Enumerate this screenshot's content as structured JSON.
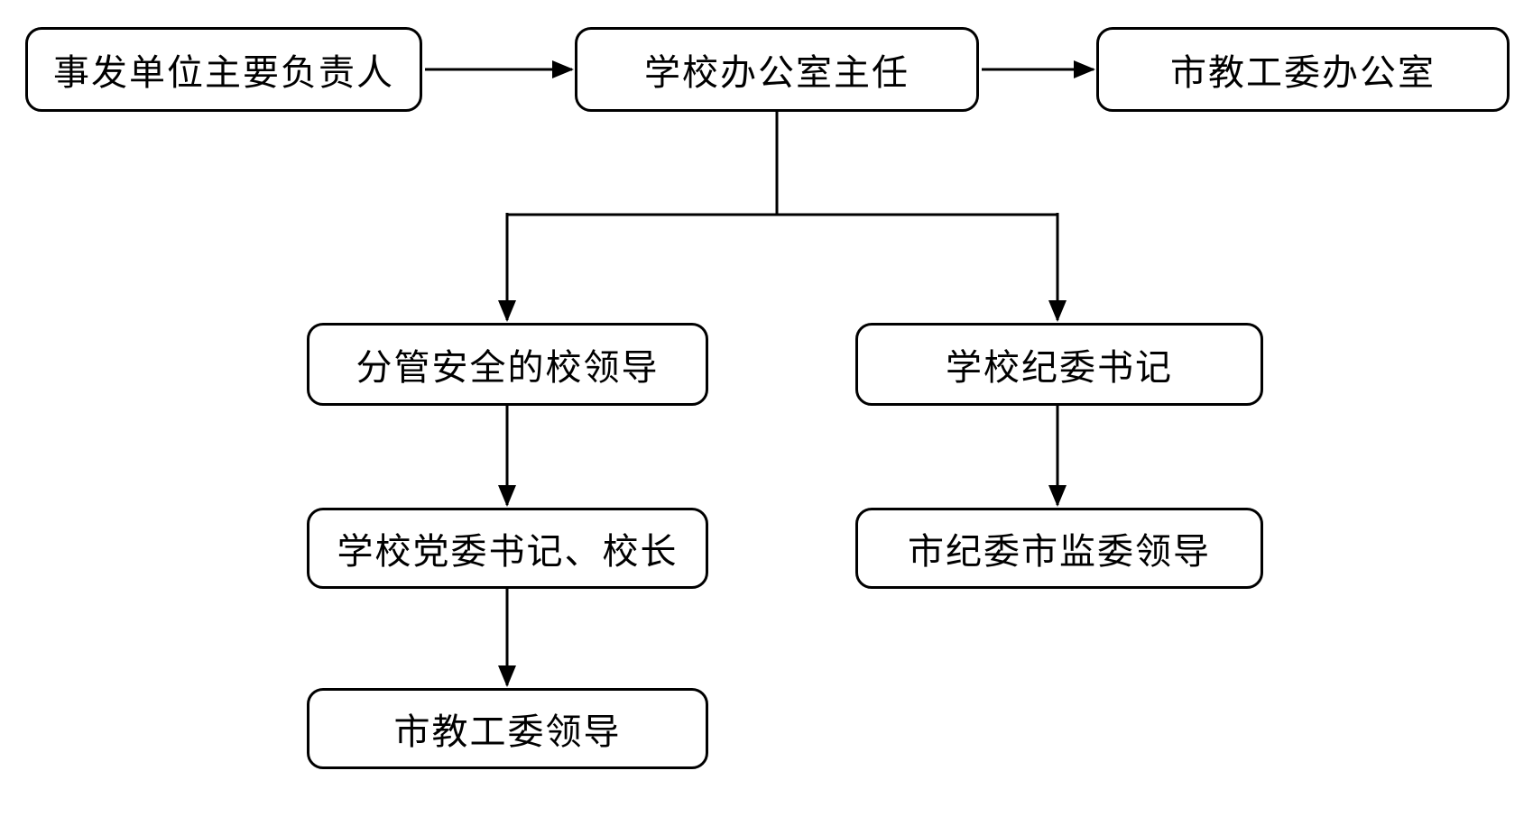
{
  "diagram": {
    "type": "flowchart",
    "colors": {
      "background": "#ffffff",
      "node_fill": "#ffffff",
      "node_border": "#000000",
      "line": "#000000",
      "text": "#000000"
    },
    "nodes": {
      "incident_unit": {
        "label": "事发单位主要负责人"
      },
      "office_director": {
        "label": "学校办公室主任"
      },
      "edu_office": {
        "label": "市教工委办公室"
      },
      "safety_leader": {
        "label": "分管安全的校领导"
      },
      "discipline_secretary": {
        "label": "学校纪委书记"
      },
      "party_principal": {
        "label": "学校党委书记、校长"
      },
      "city_discipline": {
        "label": "市纪委市监委领导"
      },
      "edu_leaders": {
        "label": "市教工委领导"
      }
    },
    "edges": [
      {
        "from": "incident_unit",
        "to": "office_director",
        "arrow": true
      },
      {
        "from": "office_director",
        "to": "edu_office",
        "arrow": true
      },
      {
        "from": "office_director",
        "to": "safety_leader",
        "arrow": true
      },
      {
        "from": "office_director",
        "to": "discipline_secretary",
        "arrow": true
      },
      {
        "from": "safety_leader",
        "to": "party_principal",
        "arrow": true
      },
      {
        "from": "party_principal",
        "to": "edu_leaders",
        "arrow": true
      },
      {
        "from": "discipline_secretary",
        "to": "city_discipline",
        "arrow": true
      }
    ]
  }
}
